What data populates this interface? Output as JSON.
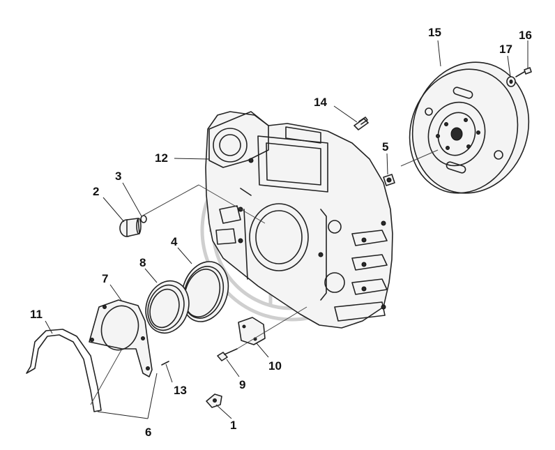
{
  "diagram": {
    "callouts": {
      "c1": "1",
      "c2": "2",
      "c3": "3",
      "c4": "4",
      "c5": "5",
      "c6": "6",
      "c7": "7",
      "c8": "8",
      "c9": "9",
      "c10": "10",
      "c11": "11",
      "c12": "12",
      "c13": "13",
      "c14": "14",
      "c15": "15",
      "c16": "16",
      "c17": "17"
    },
    "colors": {
      "line": "#222222",
      "watermark": "#cfcfcf",
      "background": "#ffffff"
    }
  }
}
